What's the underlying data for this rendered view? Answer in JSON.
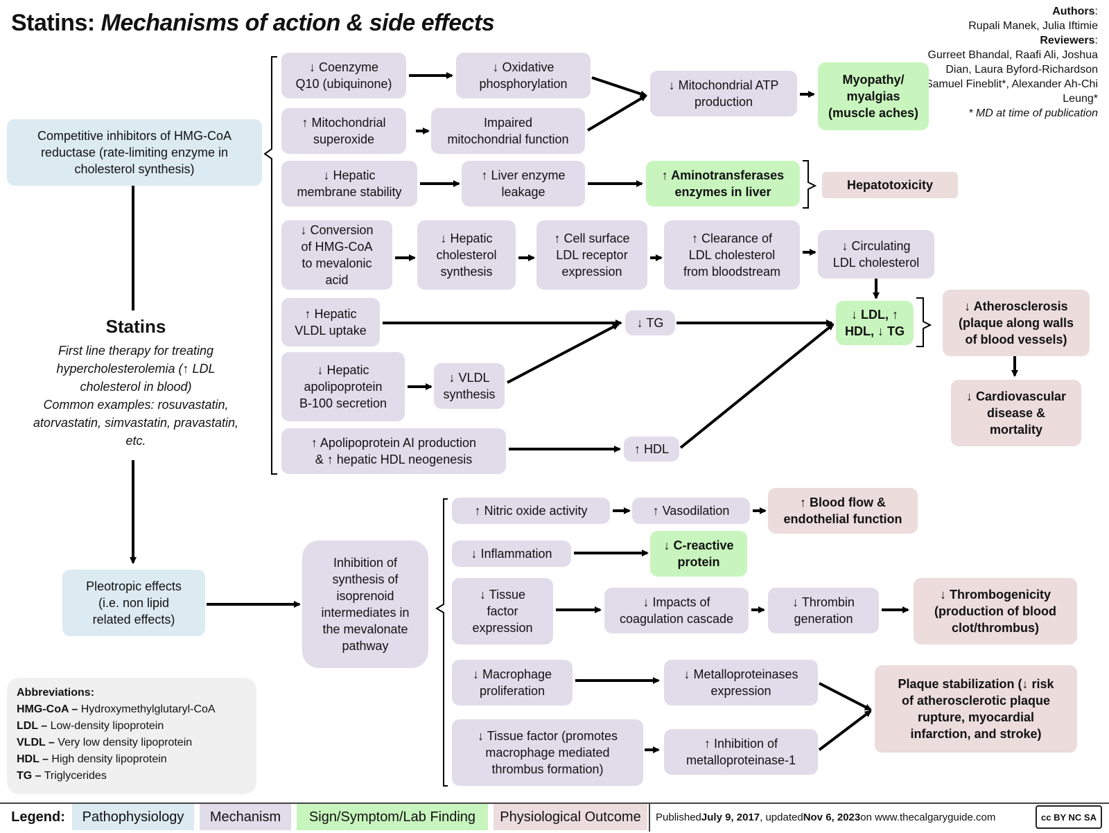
{
  "title": {
    "main": "Statins:",
    "italic": "Mechanisms of action & side effects"
  },
  "authors": {
    "authors_label": "Authors",
    "authors": "Rupali Manek, Julia Iftimie",
    "reviewers_label": "Reviewers",
    "reviewers": "Gurreet Bhandal, Raafi Ali, Joshua Dian, Laura Byford-Richardson Samuel Fineblit*, Alexander Ah-Chi Leung*",
    "note": "* MD at time of publication"
  },
  "left": {
    "competitive": "Competitive inhibitors of HMG-CoA reductase (rate-limiting enzyme in cholesterol synthesis)",
    "statins_title": "Statins",
    "statins_desc": "First line therapy for treating hypercholesterolemia (↑ LDL cholesterol in blood)\nCommon examples: rosuvastatin, atorvastatin, simvastatin, pravastatin, etc.",
    "pleotropic": "Pleotropic effects\n(i.e. non lipid\nrelated effects)"
  },
  "mechanisms": {
    "coq10": "↓ Coenzyme\nQ10 (ubiquinone)",
    "oxphos": "↓ Oxidative\nphosphorylation",
    "mito_atp": "↓ Mitochondrial ATP\nproduction",
    "superoxide": "↑ Mitochondrial\nsuperoxide",
    "impaired": "Impaired\nmitochondrial function",
    "hep_membrane": "↓ Hepatic\nmembrane stability",
    "liver_leak": "↑ Liver enzyme\nleakage",
    "conversion": "↓ Conversion\nof HMG-CoA\nto mevalonic\nacid",
    "hep_chol": "↓ Hepatic\ncholesterol\nsynthesis",
    "cell_ldl": "↑ Cell surface\nLDL receptor\nexpression",
    "clearance": "↑ Clearance of\nLDL cholesterol\nfrom bloodstream",
    "circ_ldl": "↓ Circulating\nLDL cholesterol",
    "vldl_uptake": "↑ Hepatic\nVLDL uptake",
    "tg": "↓ TG",
    "apob": "↓ Hepatic\napolipoprotein\nB-100 secretion",
    "vldl_synth": "↓ VLDL\nsynthesis",
    "apoai": "↑ Apolipoprotein AI production\n& ↑ hepatic HDL neogenesis",
    "hdl": "↑ HDL",
    "isoprenoid": "Inhibition of\nsynthesis of\nisoprenoid\nintermediates in\nthe mevalonate\npathway",
    "nitric": "↑ Nitric oxide activity",
    "vasodil": "↑ Vasodilation",
    "inflam": "↓ Inflammation",
    "tissue_factor": "↓ Tissue\nfactor\nexpression",
    "coag": "↓ Impacts of\ncoagulation cascade",
    "thrombin": "↓ Thrombin\ngeneration",
    "macrophage": "↓ Macrophage\nproliferation",
    "mmp": "↓ Metalloproteinases\nexpression",
    "tissue_factor2": "↓ Tissue factor (promotes\nmacrophage mediated\nthrombus formation)",
    "inhib_mmp": "↑ Inhibition of\nmetalloproteinase-1"
  },
  "findings": {
    "aminotrans": "↑ Aminotransferases\nenzymes in liver",
    "ldl_hdl_tg": "↓ LDL, ↑\nHDL, ↓ TG",
    "crp": "↓ C-reactive\nprotein"
  },
  "outcomes": {
    "myopathy": "Myopathy/\nmyalgias\n(muscle aches)",
    "hepatotox": "Hepatotoxicity",
    "athero": "↓ Atherosclerosis\n(plaque along walls\nof blood vessels)",
    "cvd": "↓ Cardiovascular\ndisease &\nmortality",
    "blood_flow": "↑ Blood flow &\nendothelial function",
    "thrombo": "↓ Thrombogenicity\n(production of blood\nclot/thrombus)",
    "plaque": "Plaque stabilization (↓ risk\nof atherosclerotic plaque\nrupture, myocardial\ninfarction, and stroke)"
  },
  "abbreviations": {
    "heading": "Abbreviations:",
    "items": [
      {
        "term": "HMG-CoA –",
        "def": " Hydroxymethylglutaryl-CoA"
      },
      {
        "term": "LDL –",
        "def": " Low-density lipoprotein"
      },
      {
        "term": "VLDL –",
        "def": " Very low density lipoprotein"
      },
      {
        "term": "HDL –",
        "def": " High density lipoprotein"
      },
      {
        "term": "TG –",
        "def": " Triglycerides"
      }
    ]
  },
  "legend": {
    "label": "Legend:",
    "pathophysiology": "Pathophysiology",
    "mechanism": "Mechanism",
    "sign": "Sign/Symptom/Lab Finding",
    "outcome": "Physiological Outcome",
    "colors": {
      "pathophysiology": "#dceaf2",
      "mechanism": "#e1dcea",
      "sign": "#c8f5bd",
      "outcome": "#ecdcdc"
    }
  },
  "footer": {
    "published_prefix": "Published ",
    "published_date": "July 9, 2017",
    "updated_prefix": ", updated ",
    "updated_date": "Nov 6, 2023",
    "site": " on www.thecalgaryguide.com",
    "license_icon": "cc-by-nc-sa-icon",
    "license_text": "cc BY NC SA"
  }
}
